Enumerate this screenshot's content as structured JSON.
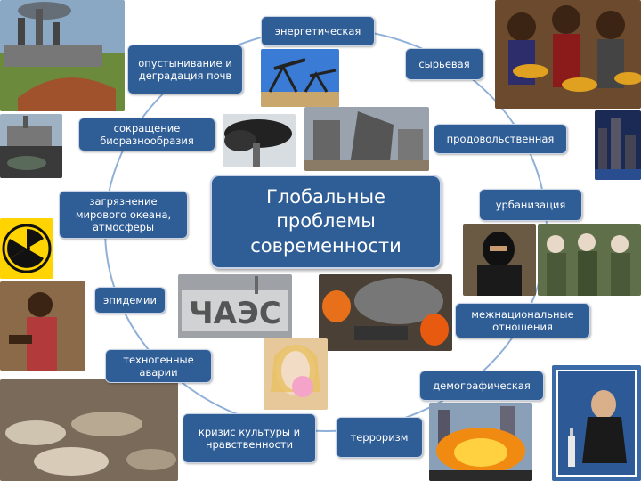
{
  "center_title": "Глобальные\nпроблемы\nсовременности",
  "labels": {
    "energy": "энергетическая",
    "desertification": "опустынивание и\nдеградация почв",
    "raw_materials": "сырьевая",
    "biodiversity": "сокращение\nбиоразнообразия",
    "food": "продовольственная",
    "pollution": "загрязнение\nмирового океана,\nатмосферы",
    "urbanization": "урбанизация",
    "epidemics": "эпидемии",
    "ethnic_relations": "межнациональные\nотношения",
    "technogenic": "техногенные\nаварии",
    "demographic": "демографическая",
    "culture_crisis": "кризис культуры и\nнравственности",
    "terrorism": "терроризм"
  },
  "sign_text": "ЧАЭС",
  "colors": {
    "label_bg": "#2f5d96",
    "ring": "#8fb0d8"
  }
}
